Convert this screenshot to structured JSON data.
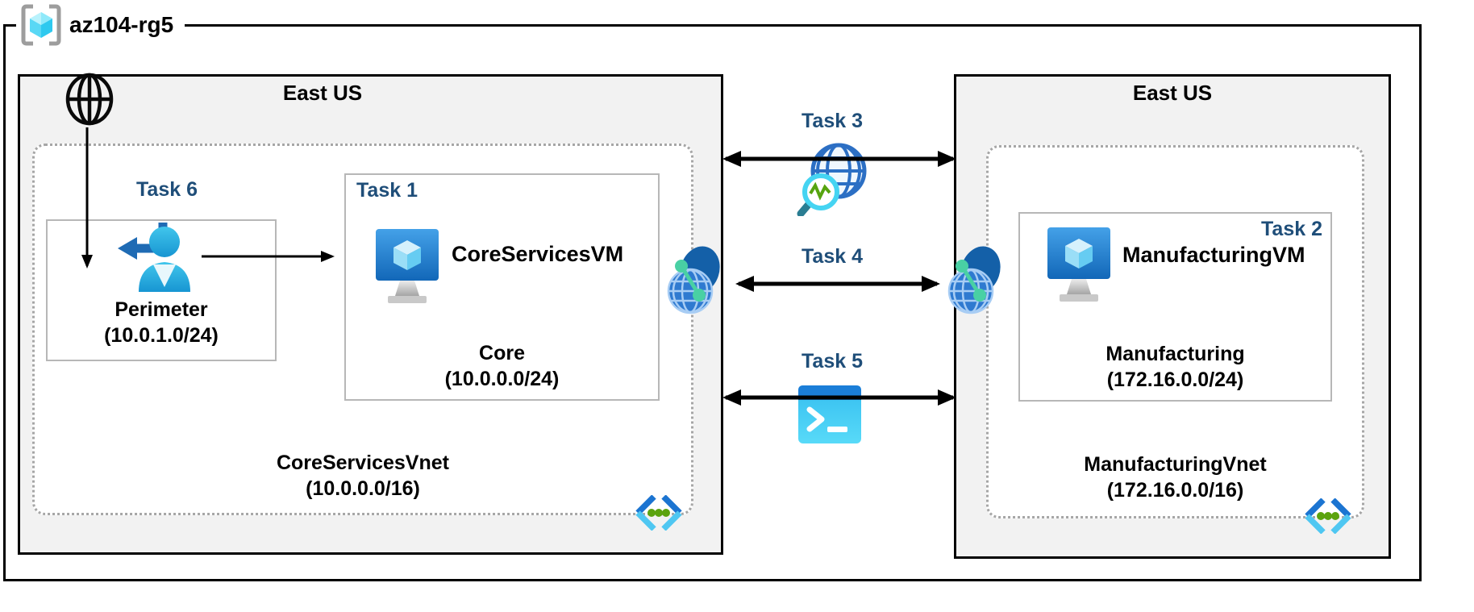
{
  "resource_group": {
    "name": "az104-rg5"
  },
  "left_region": {
    "title": "East US",
    "task6_label": "Task 6",
    "perimeter_subnet": {
      "name": "Perimeter",
      "cidr": "(10.0.1.0/24)"
    },
    "task1_box": {
      "label": "Task 1",
      "vm_name": "CoreServicesVM",
      "subnet_name": "Core",
      "subnet_cidr": "(10.0.0.0/24)"
    },
    "vnet_label": {
      "name": "CoreServicesVnet",
      "cidr": "(10.0.0.0/16)"
    }
  },
  "middle": {
    "task3_label": "Task 3",
    "task4_label": "Task 4",
    "task5_label": "Task 5"
  },
  "right_region": {
    "title": "East US",
    "task2_box": {
      "label": "Task 2",
      "vm_name": "ManufacturingVM",
      "subnet_name": "Manufacturing",
      "subnet_cidr": "(172.16.0.0/24)"
    },
    "vnet_label": {
      "name": "ManufacturingVnet",
      "cidr": "(172.16.0.0/16)"
    }
  },
  "icons": {
    "resource_group": "resource-group-icon",
    "internet": "internet-globe-icon",
    "user_inbound": "user-inbound-icon",
    "virtual_machine": "vm-icon",
    "vnet_peering": "vnet-peering-icon",
    "network_watcher": "network-watcher-icon",
    "cloud_shell": "cloud-shell-icon",
    "virtual_network": "virtual-network-icon"
  },
  "colors": {
    "task_label": "#1F4E79",
    "region_fill": "#F2F2F2",
    "outer_border": "#000000",
    "box_border": "#B7B7B7",
    "dashed_border": "#A6A6A6",
    "azure_blue": "#1B74D1",
    "azure_cyan": "#4FC7F2",
    "vnet_dot_green": "#5BA30E",
    "peering_green": "#49D0A4"
  }
}
